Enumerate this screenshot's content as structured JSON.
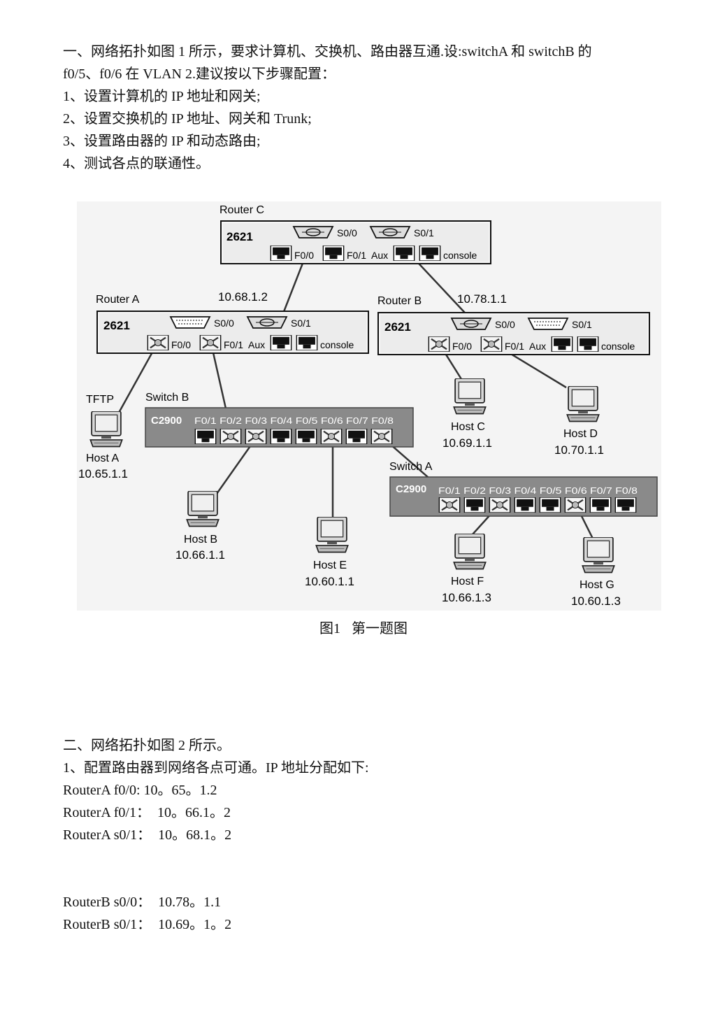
{
  "question1": {
    "intro_line1": "一、网络拓扑如图 1 所示，要求计算机、交换机、路由器互通.设:switchA 和 switchB 的",
    "intro_line2": "f0/5、f0/6 在 VLAN 2.建议按以下步骤配置：",
    "steps": [
      "1、设置计算机的 IP 地址和网关;",
      "2、设置交换机的 IP 地址、网关和 Trunk;",
      "3、设置路由器的 IP 和动态路由;",
      "4、测试各点的联通性。"
    ]
  },
  "figure": {
    "caption_number": "图1",
    "caption_text": "第一题图",
    "routers": {
      "c": {
        "name": "Router C",
        "model": "2621",
        "s0": "S0/0",
        "s1": "S0/1",
        "f0": "F0/0",
        "f1": "F0/1",
        "aux": "Aux",
        "console": "console"
      },
      "a": {
        "name": "Router A",
        "model": "2621",
        "s0": "S0/0",
        "s1": "S0/1",
        "f0": "F0/0",
        "f1": "F0/1",
        "aux": "Aux",
        "console": "console"
      },
      "b": {
        "name": "Router B",
        "model": "2621",
        "s0": "S0/0",
        "s1": "S0/1",
        "f0": "F0/0",
        "f1": "F0/1",
        "aux": "Aux",
        "console": "console"
      }
    },
    "link_labels": {
      "a_to_c": "10.68.1.2",
      "b_to_c": "10.78.1.1"
    },
    "switches": {
      "b": {
        "name": "Switch B",
        "model": "C2900",
        "ports": "F0/1 F0/2 F0/3 F0/4 F0/5 F0/6 F0/7 F0/8"
      },
      "a": {
        "name": "Switch A",
        "model": "C2900",
        "ports": "F0/1 F0/2 F0/3 F0/4 F0/5 F0/6 F0/7 F0/8"
      }
    },
    "tftp_label": "TFTP",
    "hosts": [
      {
        "name": "Host A",
        "ip": "10.65.1.1"
      },
      {
        "name": "Host B",
        "ip": "10.66.1.1"
      },
      {
        "name": "Host E",
        "ip": "10.60.1.1"
      },
      {
        "name": "Host C",
        "ip": "10.69.1.1"
      },
      {
        "name": "Host D",
        "ip": "10.70.1.1"
      },
      {
        "name": "Host F",
        "ip": "10.66.1.3"
      },
      {
        "name": "Host G",
        "ip": "10.60.1.3"
      }
    ]
  },
  "question2": {
    "intro": "二、网络拓扑如图 2 所示。",
    "step1": "1、配置路由器到网络各点可通。IP 地址分配如下:",
    "routerA": [
      "RouterA f0/0: 10。65。1.2",
      "RouterA f0/1：  10。66.1。2",
      "RouterA s0/1：  10。68.1。2"
    ],
    "routerB": [
      "RouterB s0/0：  10.78。1.1",
      "RouterB s0/1：  10.69。1。2"
    ]
  }
}
